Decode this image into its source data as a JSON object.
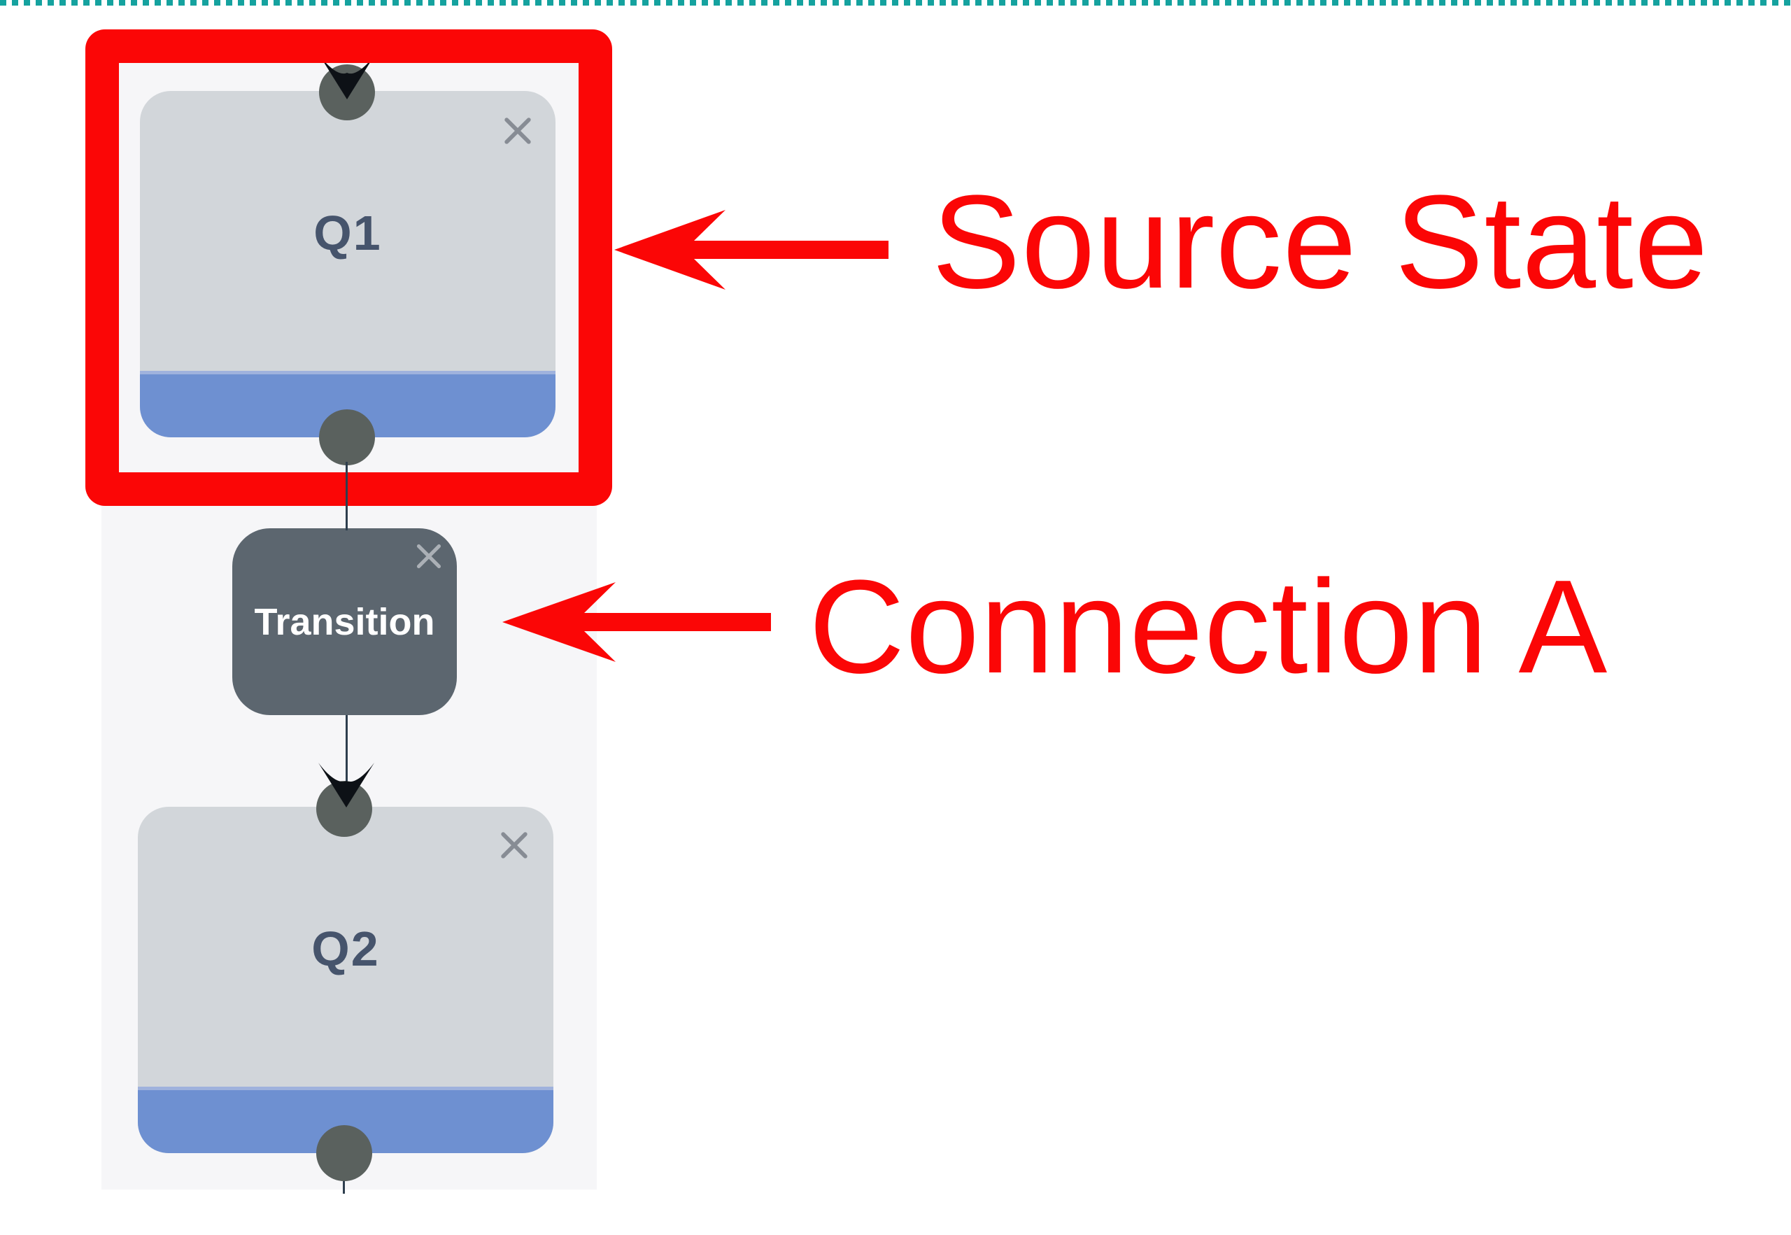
{
  "canvas": {
    "description": "flow builder canvas column",
    "top_border_color": "#15a29f",
    "column_background": "#f6f6f8"
  },
  "nodes": {
    "q1": {
      "label": "Q1",
      "close_icon": "close-icon"
    },
    "q2": {
      "label": "Q2",
      "close_icon": "close-icon"
    },
    "transition": {
      "label": "Transition",
      "close_icon": "close-icon"
    }
  },
  "annotations": {
    "source_state": {
      "label": "Source State"
    },
    "connection_a": {
      "label": "Connection A"
    },
    "color": "#fb0606"
  },
  "colors": {
    "state_node_body": "#d2d6da",
    "state_node_footer": "#6e90d1",
    "state_node_footer_highlight": "#9fb2dd",
    "state_label_text": "#46546c",
    "transition_node": "#5c666f",
    "transition_label_text": "#ffffff",
    "close_icon_gray": "#878c94",
    "close_icon_light": "#abb0b6",
    "connector_port": "#5a615e",
    "edge_line": "#2e3e4e",
    "edge_arrowhead": "#0d1116",
    "highlight_red": "#fb0606",
    "teal_dots": "#15a29f"
  }
}
